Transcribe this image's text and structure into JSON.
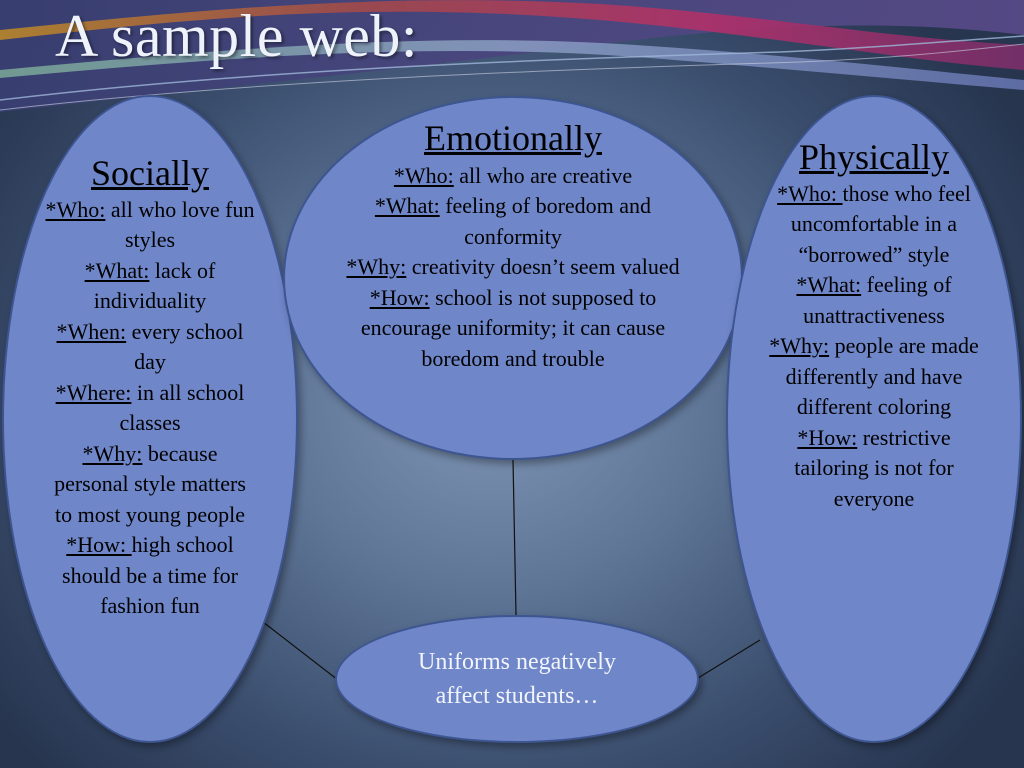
{
  "slide": {
    "title": "A sample web:"
  },
  "center": {
    "text": "Uniforms negatively affect students…"
  },
  "socially": {
    "heading": "Socially",
    "items": [
      {
        "key": "*Who:",
        "text": " all who love fun styles"
      },
      {
        "key": "*What:",
        "text": " lack of individuality"
      },
      {
        "key": "*When:",
        "text": " every school day"
      },
      {
        "key": "*Where:",
        "text": " in all school classes"
      },
      {
        "key": "*Why:",
        "text": " because personal style matters to most young people"
      },
      {
        "key": "*How: ",
        "text": "high school should be a time for fashion fun"
      }
    ]
  },
  "emotionally": {
    "heading": "Emotionally",
    "items": [
      {
        "key": "*Who:",
        "text": " all who are creative"
      },
      {
        "key": "*What:",
        "text": " feeling of boredom and conformity"
      },
      {
        "key": "*Why:",
        "text": " creativity doesn’t seem valued"
      },
      {
        "key": "*How:",
        "text": "  school is not supposed to encourage uniformity; it can cause boredom  and trouble"
      }
    ]
  },
  "physically": {
    "heading": "Physically",
    "items": [
      {
        "key": "*Who: ",
        "text": "those who feel uncomfortable in a “borrowed” style"
      },
      {
        "key": "*What:",
        "text": " feeling of unattractiveness"
      },
      {
        "key": "*Why:",
        "text": " people are made differently and have different coloring"
      },
      {
        "key": "*How:",
        "text": " restrictive tailoring is not for everyone"
      }
    ]
  },
  "colors": {
    "background": "#4a5f80",
    "oval_fill": "#6f86c9",
    "oval_border": "#3d5590",
    "title": "#eef2fa"
  }
}
